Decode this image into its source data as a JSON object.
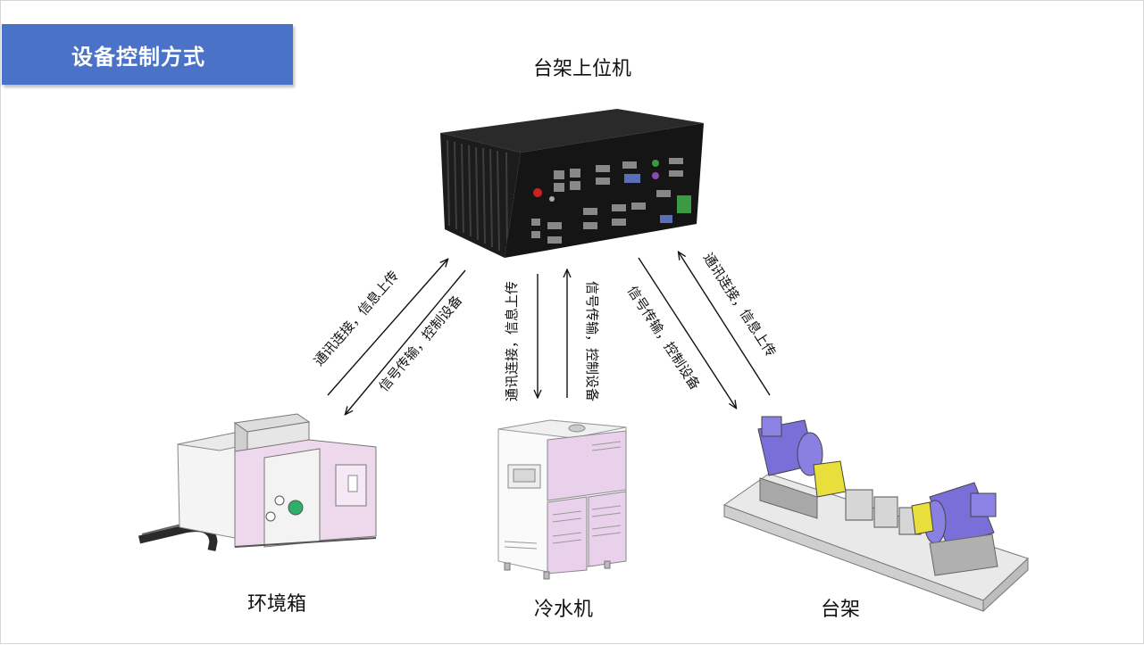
{
  "slide": {
    "title": "设备控制方式"
  },
  "nodes": {
    "host": {
      "label": "台架上位机",
      "icon": "industrial-pc-icon"
    },
    "env_chamber": {
      "label": "环境箱",
      "icon": "environment-chamber-icon"
    },
    "chiller": {
      "label": "冷水机",
      "icon": "chiller-icon"
    },
    "bench": {
      "label": "台架",
      "icon": "test-bench-icon"
    }
  },
  "links": {
    "env_up": "通讯连接，信息上传",
    "env_down": "信号传输，控制设备",
    "chiller_up": "通讯连接，信息上传",
    "chiller_down": "信号传输，控制设备",
    "bench_down": "信号传输，控制设备",
    "bench_up": "通讯连接，信息上传"
  },
  "colors": {
    "title_bar": "#4a72c6",
    "title_text": "#ffffff",
    "arrow": "#111111",
    "equipment_accent": "#e6cfe6",
    "motor_blue": "#7a6fd8",
    "coupling_yellow": "#e8df3c"
  }
}
